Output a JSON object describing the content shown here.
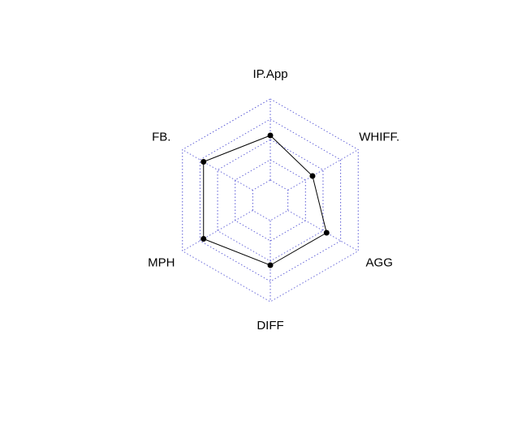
{
  "chart_data": {
    "type": "radar",
    "title": "",
    "axes": [
      "IP.App",
      "WHIFF.",
      "AGG",
      "DIFF",
      "MPH",
      "FB."
    ],
    "grid_levels": [
      0.2,
      0.4,
      0.6,
      0.8,
      1.0
    ],
    "range": [
      0,
      1
    ],
    "series": [
      {
        "values": [
          0.64,
          0.48,
          0.64,
          0.64,
          0.76,
          0.76
        ]
      }
    ],
    "colors": {
      "grid": "#5b5bd6",
      "series_line": "#000000",
      "series_point": "#000000"
    },
    "grid": true
  }
}
